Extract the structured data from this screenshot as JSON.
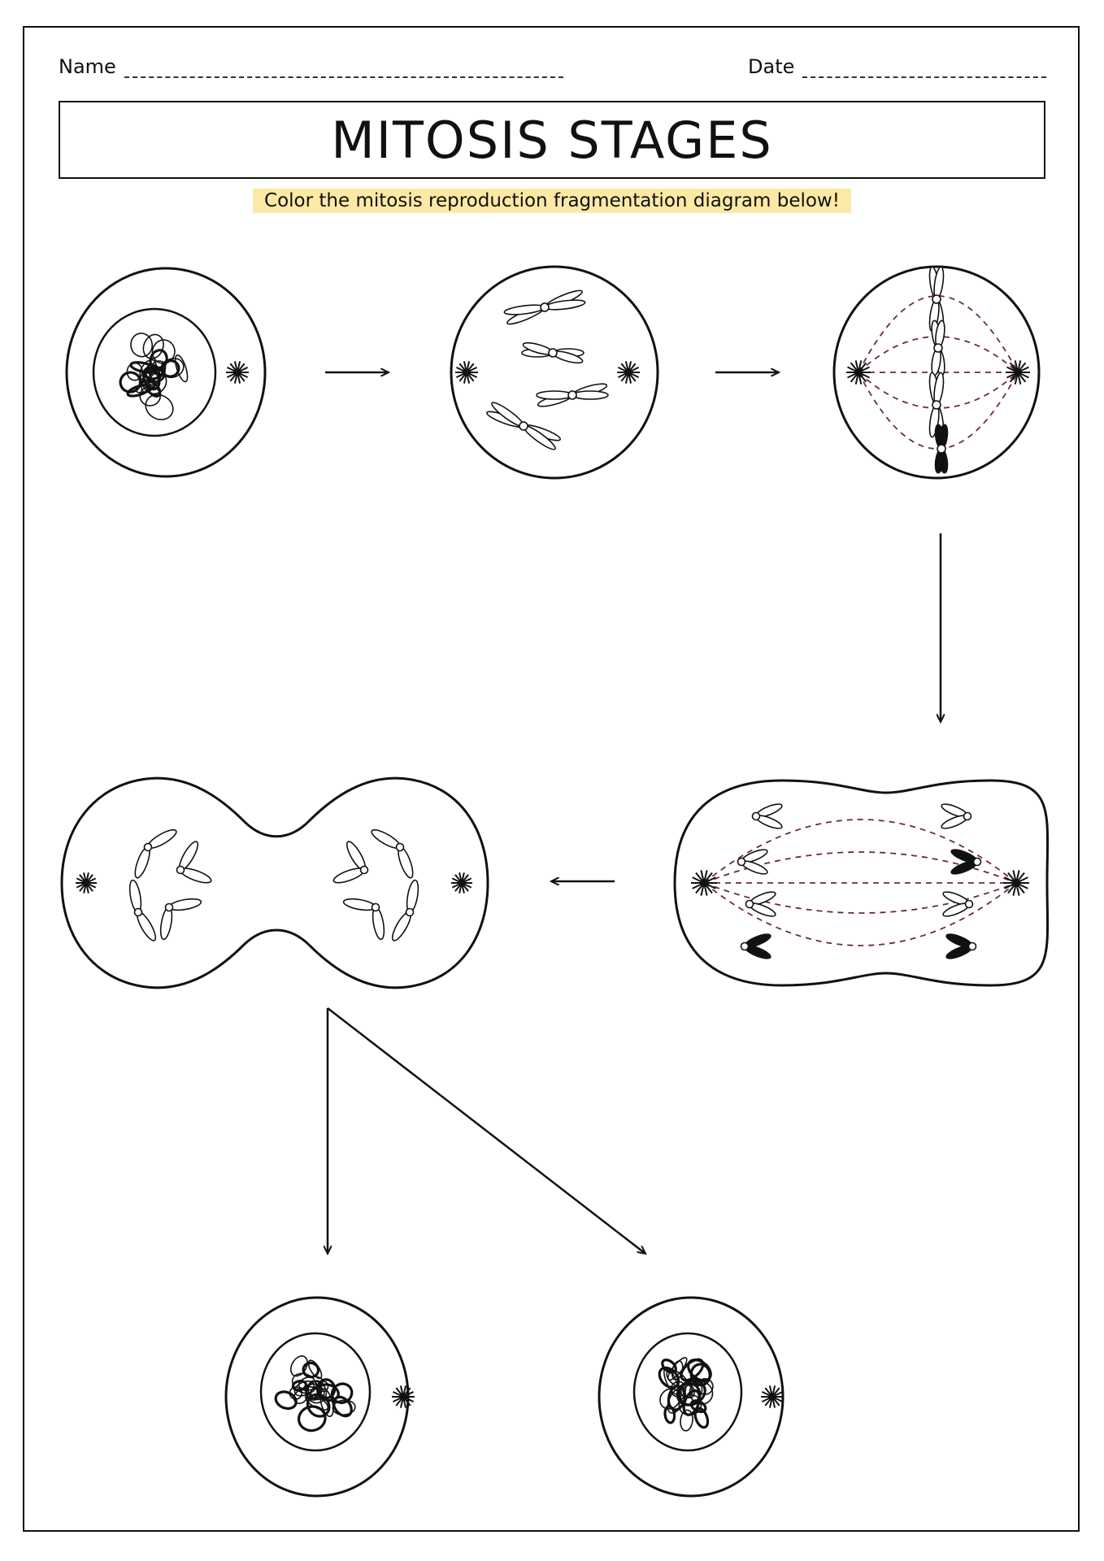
{
  "worksheet": {
    "name_label": "Name",
    "date_label": "Date",
    "title": "MITOSIS STAGES",
    "instruction": "Color the mitosis reproduction fragmentation diagram below!"
  },
  "stages": [
    {
      "key": "interphase",
      "icon": "cell-with-tangled-chromatin"
    },
    {
      "key": "prophase",
      "icon": "cell-with-scattered-chromosomes"
    },
    {
      "key": "metaphase",
      "icon": "cell-with-aligned-chromosomes"
    },
    {
      "key": "anaphase",
      "icon": "elongated-cell-with-separating-chromosomes"
    },
    {
      "key": "telophase",
      "icon": "pinching-cell"
    },
    {
      "key": "daughter-cell-left",
      "icon": "cell-with-tangled-chromatin"
    },
    {
      "key": "daughter-cell-right",
      "icon": "cell-with-tangled-chromatin"
    }
  ],
  "colors": {
    "spindle": "#6b2a3a",
    "highlight": "#fde9a6",
    "ink": "#111111"
  }
}
